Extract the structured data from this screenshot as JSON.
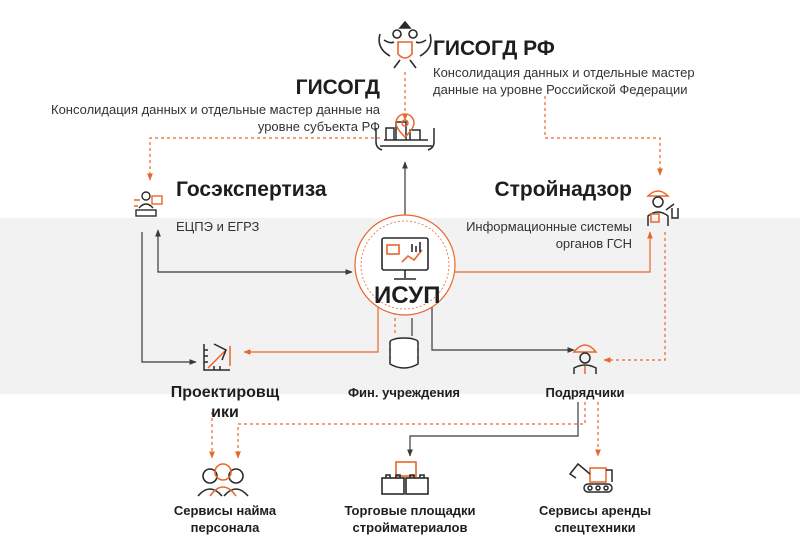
{
  "nodes": {
    "gisogd_rf": {
      "title": "ГИСОГД РФ",
      "desc_line1": "Консолидация данных и отдельные мастер",
      "desc_line2": "данные на уровне Российской Федерации",
      "icon": "russian-eagle-emblem-icon"
    },
    "gisogd": {
      "title": "ГИСОГД",
      "desc_line1": "Консолидация данных и отдельные мастер данные на",
      "desc_line2": "уровне субъекта РФ",
      "icon": "city-map-pin-icon"
    },
    "gosekspertiza": {
      "title": "Госэкспертиза",
      "desc": "ЕЦПЭ и ЕГРЗ",
      "icon": "expert-review-icon"
    },
    "stroinadzor": {
      "title": "Стройнадзор",
      "desc_line1": "Информационные системы",
      "desc_line2": "органов ГСН",
      "icon": "construction-inspector-icon"
    },
    "isup": {
      "title": "ИСУП",
      "icon": "dashboard-monitor-icon"
    },
    "proektirovshchiki": {
      "title_line1": "Проектировщ",
      "title_line2": "ики",
      "icon": "drafting-tools-icon"
    },
    "fin": {
      "title": "Фин. учреждения",
      "icon": "database-icon"
    },
    "podryadchiki": {
      "title": "Подрядчики",
      "icon": "builder-worker-icon"
    },
    "hiring": {
      "title_line1": "Сервисы найма",
      "title_line2": "персонала",
      "icon": "people-group-icon"
    },
    "trade": {
      "title_line1": "Торговые площадки",
      "title_line2": "стройматериалов",
      "icon": "building-blocks-icon"
    },
    "rental": {
      "title_line1": "Сервисы аренды",
      "title_line2": "спецтехники",
      "icon": "excavator-icon"
    }
  },
  "colors": {
    "accent": "#e8672c",
    "line": "#3a3a3a",
    "band": "#f2f2f2"
  }
}
